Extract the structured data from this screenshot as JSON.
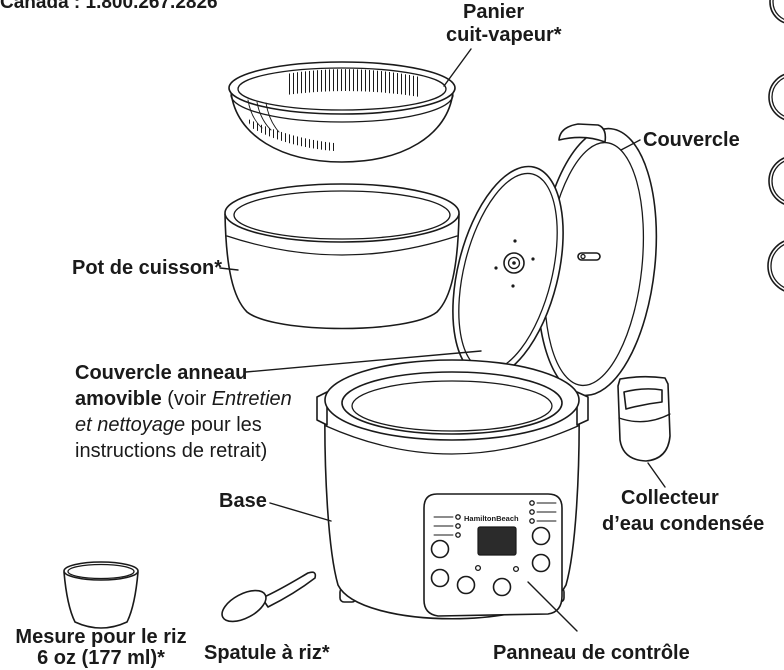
{
  "header": {
    "phone_line": "Canada : 1.800.267.2826"
  },
  "parts": {
    "steamer_basket": {
      "line1": "Panier",
      "line2": "cuit-vapeur*"
    },
    "lid": {
      "label": "Couvercle"
    },
    "cooking_pot": {
      "label": "Pot de cuisson*"
    },
    "ring_lid": {
      "line1": "Couvercle anneau",
      "line2_bold": "amovible",
      "line2_text": " (voir ",
      "line2_italic": "Entretien",
      "line3_italic": "et nettoyage",
      "line3_text": " pour les",
      "line4_text": "instructions de retrait)"
    },
    "base": {
      "label": "Base"
    },
    "condensation_collector": {
      "line1": "Collecteur",
      "line2": "d’eau condensée"
    },
    "rice_measure": {
      "line1": "Mesure pour le riz",
      "line2": "6 oz (177 ml)*"
    },
    "rice_paddle": {
      "label": "Spatule à riz*"
    },
    "control_panel": {
      "label": "Panneau de contrôle"
    }
  },
  "appliance": {
    "brand_logo": "HamiltonBeach"
  },
  "colors": {
    "ink": "#1a1a1a",
    "paper": "#ffffff",
    "display": "#2b2b2b"
  }
}
